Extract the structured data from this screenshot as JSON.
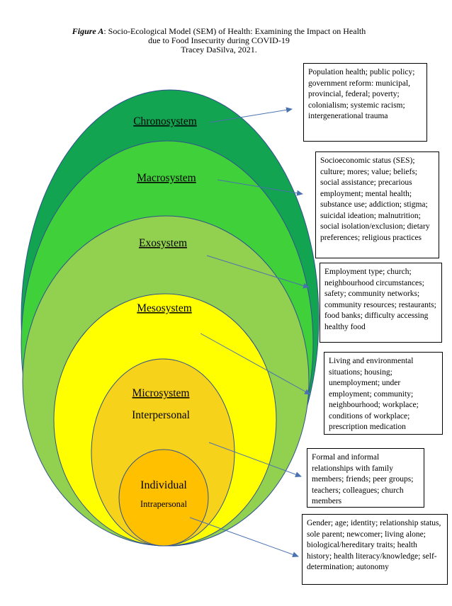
{
  "header": {
    "figure_label": "Figure A",
    "title_rest": ": Socio-Ecological Model (SEM) of Health: Examining the Impact on Health",
    "title_line2": "due to Food Insecurity during COVID-19",
    "author_line": "Tracey DaSilva, 2021."
  },
  "layers": [
    {
      "label": "Chronosystem",
      "sublabel": "",
      "color": "#12a450"
    },
    {
      "label": "Macrosystem",
      "sublabel": "",
      "color": "#3fd03a"
    },
    {
      "label": "Exosystem",
      "sublabel": "",
      "color": "#92d050"
    },
    {
      "label": "Mesosystem",
      "sublabel": "",
      "color": "#ffff00"
    },
    {
      "label": "Microsystem",
      "sublabel": "Interpersonal",
      "color": "#f7d21b"
    },
    {
      "label": "Individual",
      "sublabel": "Intrapersonal",
      "color": "#ffc000"
    }
  ],
  "boxes": [
    "Population health; public policy; government reform: municipal, provincial, federal; poverty; colonialism; systemic racism; intergenerational trauma",
    "Socioeconomic status (SES); culture; mores; value; beliefs; social assistance; precarious employment; mental health; substance use; addiction; stigma; suicidal ideation; malnutrition; social isolation/exclusion; dietary preferences; religious practices",
    "Employment type; church; neighbourhood circumstances; safety; community networks; community resources; restaurants; food banks; difficulty accessing healthy food",
    "Living and environmental situations; housing; unemployment; under employment; community; neighbourhood; workplace; conditions of workplace; prescription medication",
    "Formal and informal relationships with family members; friends; peer groups; teachers; colleagues; church members",
    "Gender; age; identity; relationship status, sole parent; newcomer; living alone; biological/hereditary traits; health history; health literacy/knowledge; self-determination; autonomy"
  ],
  "colors": {
    "arrow": "#4a72b0",
    "outline": "#2f528f"
  }
}
